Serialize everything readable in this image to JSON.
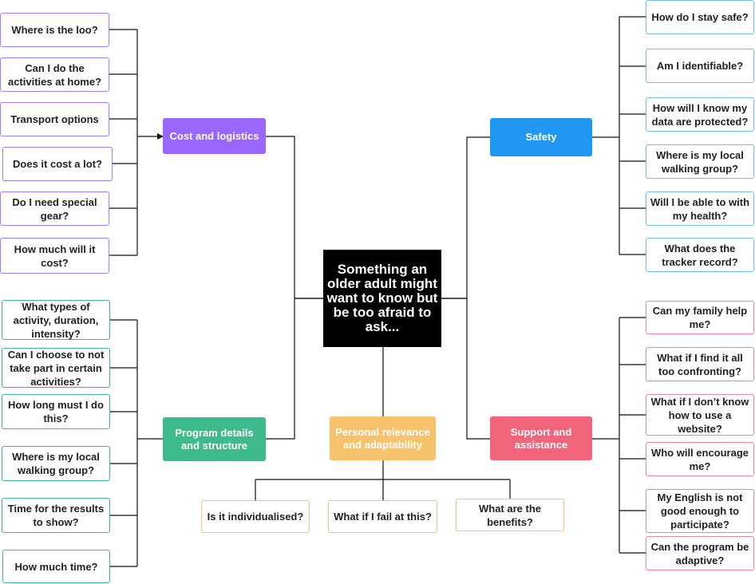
{
  "center": "Something an older adult might want to know but be too afraid to ask...",
  "categories": {
    "cost": "Cost and logistics",
    "program": "Program details and structure",
    "personal": "Personal relevance and adaptability",
    "safety": "Safety",
    "support": "Support and assistance"
  },
  "colors": {
    "cost": "#9966ff",
    "program": "#3dbb8d",
    "personal": "#f6c26b",
    "safety": "#2196f3",
    "support": "#f2647a"
  },
  "cost_questions": [
    "Where is the loo?",
    "Can I do the activities at home?",
    "Transport options",
    "Does it cost a lot?",
    "Do I need special gear?",
    "How much will it cost?"
  ],
  "program_questions": [
    "What types of activity, duration, intensity?",
    "Can I choose to not take part in certain activities?",
    "How long must I do this?",
    "Where is my local walking group?",
    "Time for the results to show?",
    "How much time?"
  ],
  "personal_questions": [
    "Is it individualised?",
    "What if I fail at this?",
    "What are the benefits?"
  ],
  "safety_questions": [
    "How do I stay safe?",
    "Am I identifiable?",
    "How will I know my data are protected?",
    "Where is my local walking group?",
    "Will I be able to with my health?",
    "What does the tracker record?"
  ],
  "support_questions": [
    "Can my family help me?",
    "What if I find it all too confronting?",
    "What if I don’t know how to use a website?",
    "Who will encourage me?",
    "My English is not good enough to participate?",
    "Can the program be adaptive?"
  ]
}
